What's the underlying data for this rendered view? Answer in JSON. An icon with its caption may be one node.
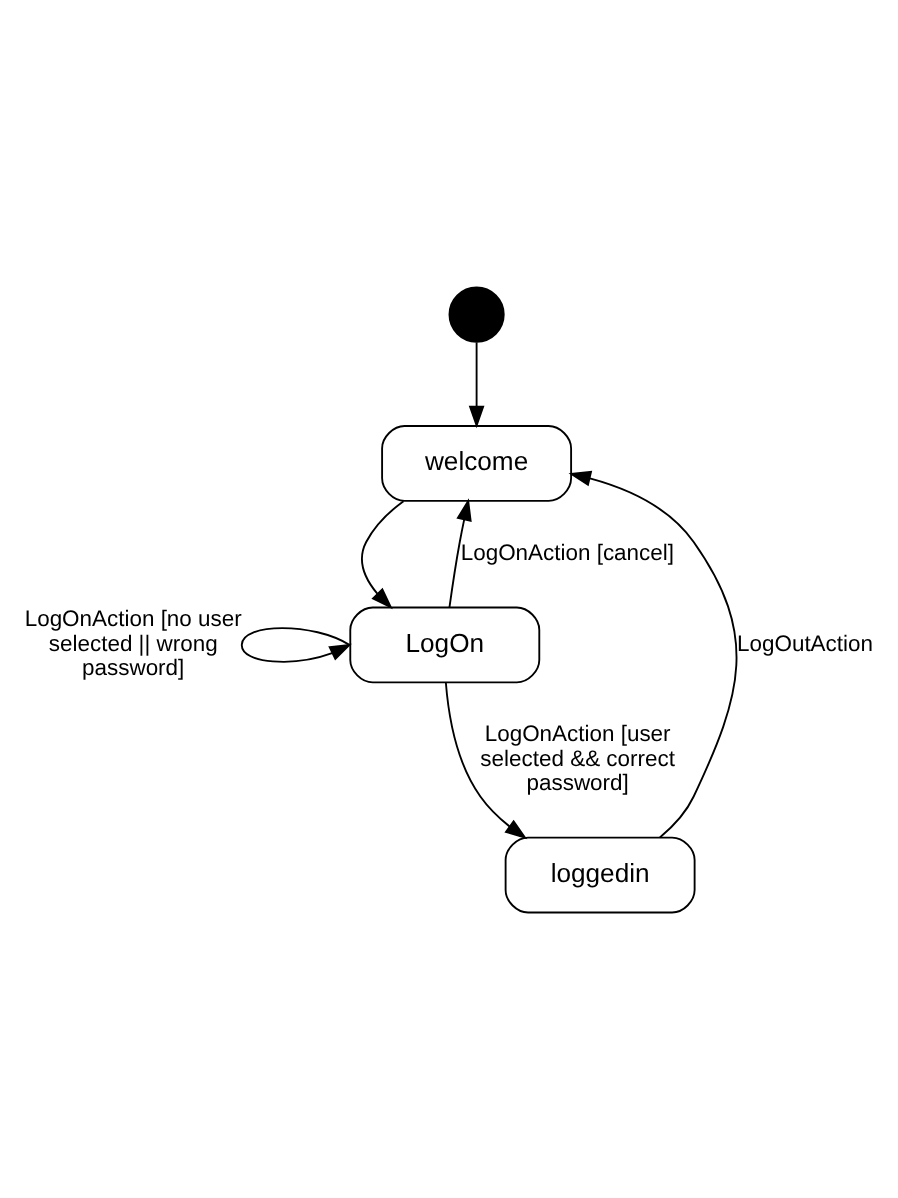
{
  "diagram": {
    "nodes": [
      {
        "text": [],
        "shape": "circle"
      },
      {
        "text": [
          "welcome"
        ]
      },
      {
        "text": [
          "LogOn"
        ]
      },
      {
        "text": [
          "loggedin"
        ]
      }
    ],
    "edges": [
      {
        "from": 0,
        "to": 1,
        "arrow": "to"
      },
      {
        "from": 1,
        "to": 2,
        "arrow": "to"
      },
      {
        "from": 2,
        "to": 1,
        "arrow": "to",
        "label": "LogOnAction [cancel]"
      },
      {
        "from": 2,
        "to": 2,
        "arrow": "to",
        "label": "LogOnAction [no user selected || wrong password]"
      },
      {
        "from": 2,
        "to": 3,
        "arrow": "to",
        "label": "LogOnAction [user selected && correct password]"
      },
      {
        "from": 3,
        "to": 1,
        "arrow": "to",
        "label": "LogOutAction"
      }
    ]
  }
}
